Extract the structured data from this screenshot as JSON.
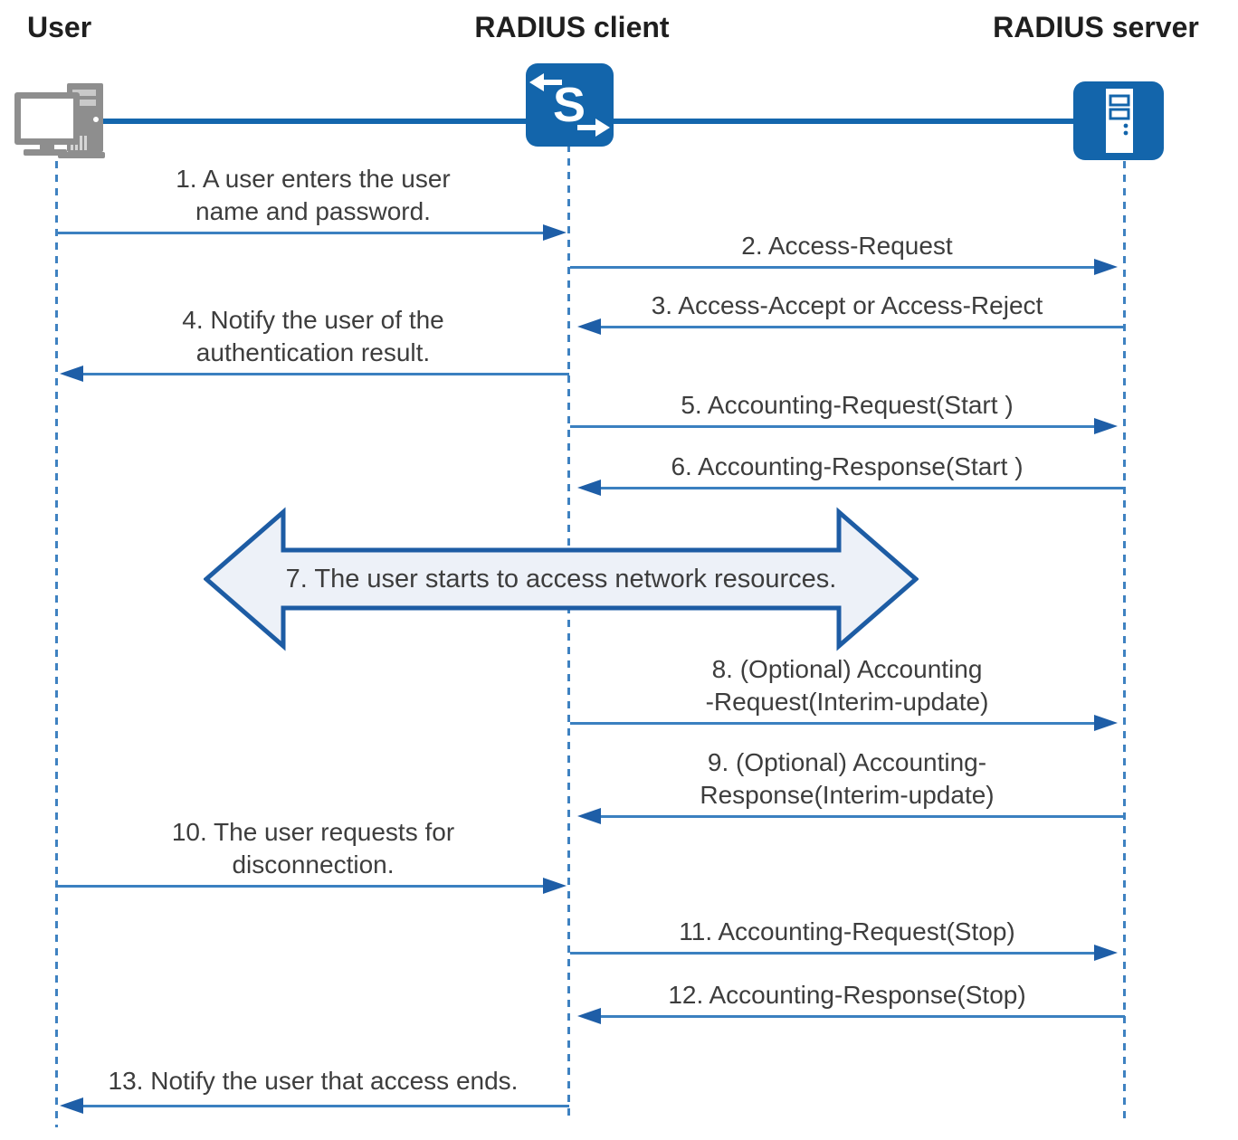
{
  "diagram": {
    "kind": "sequence-diagram",
    "actors": [
      {
        "label": "User",
        "icon": "computer-icon"
      },
      {
        "label": "RADIUS client",
        "icon": "switch-icon"
      },
      {
        "label": "RADIUS server",
        "icon": "server-icon"
      }
    ],
    "client_icon_letter": "S",
    "messages": [
      {
        "from": "User",
        "to": "RADIUS client",
        "lines": [
          "1. A user enters the user",
          "name and password."
        ]
      },
      {
        "from": "RADIUS client",
        "to": "RADIUS server",
        "lines": [
          "2. Access-Request"
        ]
      },
      {
        "from": "RADIUS server",
        "to": "RADIUS client",
        "lines": [
          "3. Access-Accept or Access-Reject"
        ]
      },
      {
        "from": "RADIUS client",
        "to": "User",
        "lines": [
          "4. Notify the user of the",
          "authentication result."
        ]
      },
      {
        "from": "RADIUS client",
        "to": "RADIUS server",
        "lines": [
          "5. Accounting-Request(Start )"
        ]
      },
      {
        "from": "RADIUS server",
        "to": "RADIUS client",
        "lines": [
          "6. Accounting-Response(Start )"
        ]
      },
      {
        "from": "User",
        "to": "RADIUS server",
        "bidirectional": true,
        "lines": [
          "7. The user starts to access network resources."
        ]
      },
      {
        "from": "RADIUS client",
        "to": "RADIUS server",
        "lines": [
          "8. (Optional) Accounting",
          "-Request(Interim-update)"
        ]
      },
      {
        "from": "RADIUS server",
        "to": "RADIUS client",
        "lines": [
          "9. (Optional) Accounting-",
          "Response(Interim-update)"
        ]
      },
      {
        "from": "User",
        "to": "RADIUS client",
        "lines": [
          "10. The user requests for",
          "disconnection."
        ]
      },
      {
        "from": "RADIUS client",
        "to": "RADIUS server",
        "lines": [
          "11. Accounting-Request(Stop)"
        ]
      },
      {
        "from": "RADIUS server",
        "to": "RADIUS client",
        "lines": [
          "12. Accounting-Response(Stop)"
        ]
      },
      {
        "from": "RADIUS client",
        "to": "User",
        "lines": [
          "13. Notify the user that access ends."
        ]
      }
    ],
    "colors": {
      "icon_blue": "#1365ab",
      "backbone_blue": "#1467ad",
      "arrow_line": "#3b80c0",
      "arrow_head": "#1e5ea7",
      "lifeline": "#3f82c1",
      "big_arrow_fill": "#edf1f8",
      "big_arrow_border": "#1d5ca4",
      "label_text": "#3d3d3d",
      "title_text": "#1f1f1f",
      "user_icon_gray": "#8e8e8e"
    }
  }
}
